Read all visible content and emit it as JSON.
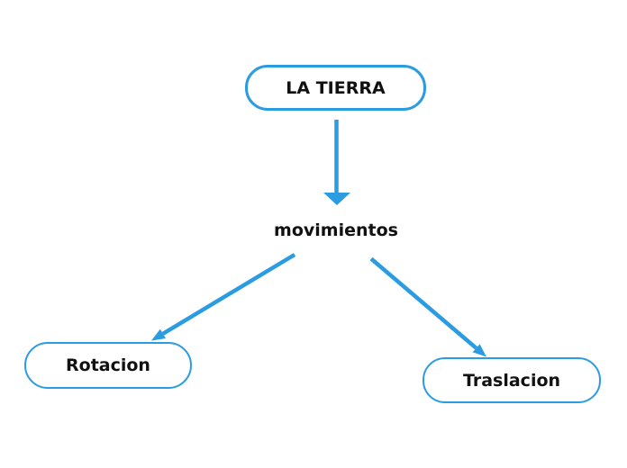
{
  "diagram": {
    "title_node": "LA TIERRA",
    "background_color": "#ffffff",
    "accent_color": "#2B9CE2",
    "text_color": "#111111",
    "nodes": [
      {
        "id": "la-tierra",
        "label": "LA TIERRA",
        "shape": "rounded-pill",
        "level": "root"
      },
      {
        "id": "movimientos",
        "label": "movimientos",
        "shape": "plain-text",
        "level": "middle"
      },
      {
        "id": "rotacion",
        "label": "Rotacion",
        "shape": "rounded-pill",
        "level": "leaf"
      },
      {
        "id": "traslacion",
        "label": "Traslacion",
        "shape": "rounded-pill",
        "level": "leaf"
      }
    ],
    "edges": [
      {
        "from": "la-tierra",
        "to": "movimientos",
        "style": "arrow"
      },
      {
        "from": "movimientos",
        "to": "rotacion",
        "style": "arrow"
      },
      {
        "from": "movimientos",
        "to": "traslacion",
        "style": "arrow"
      }
    ]
  }
}
